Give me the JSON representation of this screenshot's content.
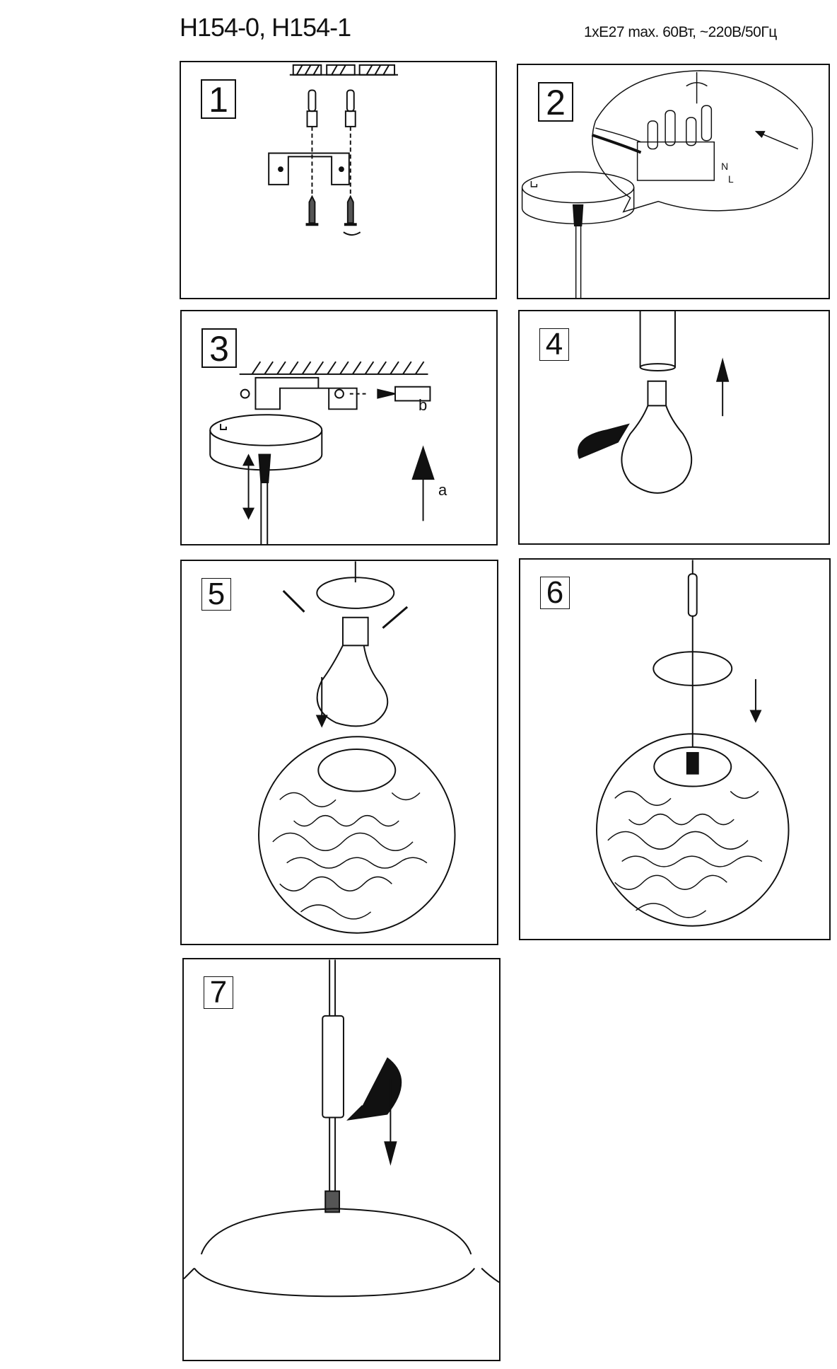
{
  "header": {
    "title": "H154-0, H154-1",
    "spec": "1xE27 max. 60Вт, ~220В/50Гц"
  },
  "steps": [
    {
      "number": "1"
    },
    {
      "number": "2"
    },
    {
      "number": "3",
      "label_a": "a",
      "label_b": "b"
    },
    {
      "number": "4"
    },
    {
      "number": "5"
    },
    {
      "number": "6"
    },
    {
      "number": "7"
    }
  ],
  "terminal_labels": [
    "L",
    "N"
  ]
}
